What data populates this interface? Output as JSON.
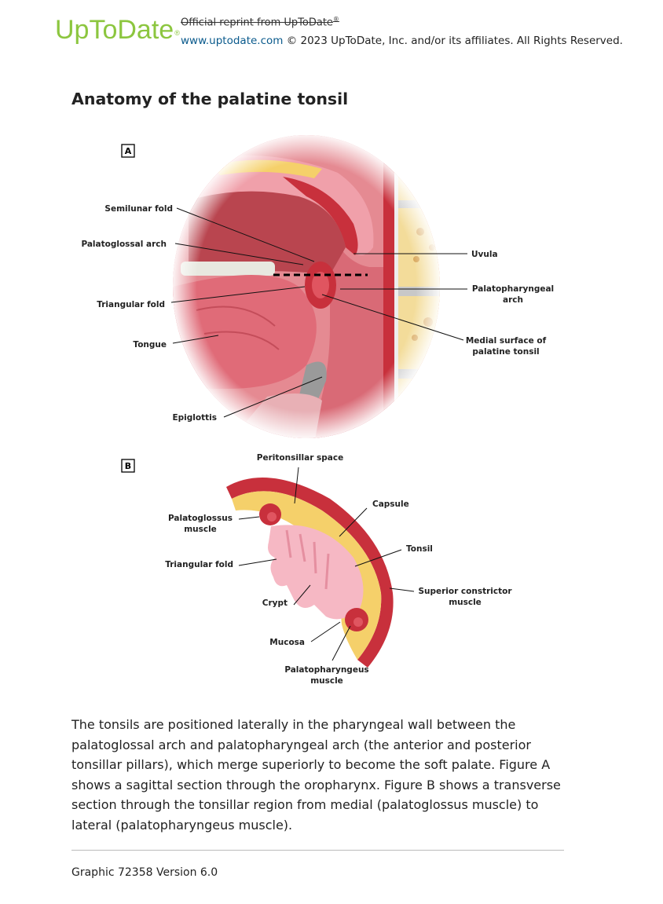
{
  "header": {
    "logo_text": "UpToDate",
    "logo_reg": "®",
    "reprint_text": "Official reprint from UpToDate",
    "reprint_reg": "®",
    "site_link": "www.uptodate.com",
    "copyright": " © 2023 UpToDate, Inc. and/or its affiliates. All Rights Reserved."
  },
  "title": "Anatomy of the palatine tonsil",
  "figure": {
    "panel_a": {
      "letter": "A",
      "labels": {
        "semilunar_fold": "Semilunar fold",
        "palatoglossal_arch": "Palatoglossal arch",
        "triangular_fold": "Triangular fold",
        "tongue": "Tongue",
        "epiglottis": "Epiglottis",
        "uvula": "Uvula",
        "palatopharyngeal_arch_1": "Palatopharyngeal",
        "palatopharyngeal_arch_2": "arch",
        "medial_surface_1": "Medial surface of",
        "medial_surface_2": "palatine tonsil"
      }
    },
    "panel_b": {
      "letter": "B",
      "labels": {
        "peritonsillar_space": "Peritonsillar space",
        "capsule": "Capsule",
        "palatoglossus_1": "Palatoglossus",
        "palatoglossus_2": "muscle",
        "tonsil": "Tonsil",
        "triangular_fold": "Triangular fold",
        "superior_constrictor_1": "Superior constrictor",
        "superior_constrictor_2": "muscle",
        "crypt": "Crypt",
        "mucosa": "Mucosa",
        "palatopharyngeus_1": "Palatopharyngeus",
        "palatopharyngeus_2": "muscle"
      }
    },
    "colors": {
      "tissue_pink": "#e8808a",
      "deep_red": "#c8303c",
      "fat_yellow": "#f5d06a",
      "tonsil_pink": "#f6b8c4",
      "bone": "#f3dc9a",
      "gray": "#8e8e8e"
    }
  },
  "caption": "The tonsils are positioned laterally in the pharyngeal wall between the palatoglossal arch and palatopharyngeal arch (the anterior and posterior tonsillar pillars), which merge superiorly to become the soft palate. Figure A shows a sagittal section through the oropharynx. Figure B shows a transverse section through the tonsillar region from medial (palatoglossus muscle) to lateral (palatopharyngeus muscle).",
  "footer": "Graphic 72358 Version 6.0"
}
